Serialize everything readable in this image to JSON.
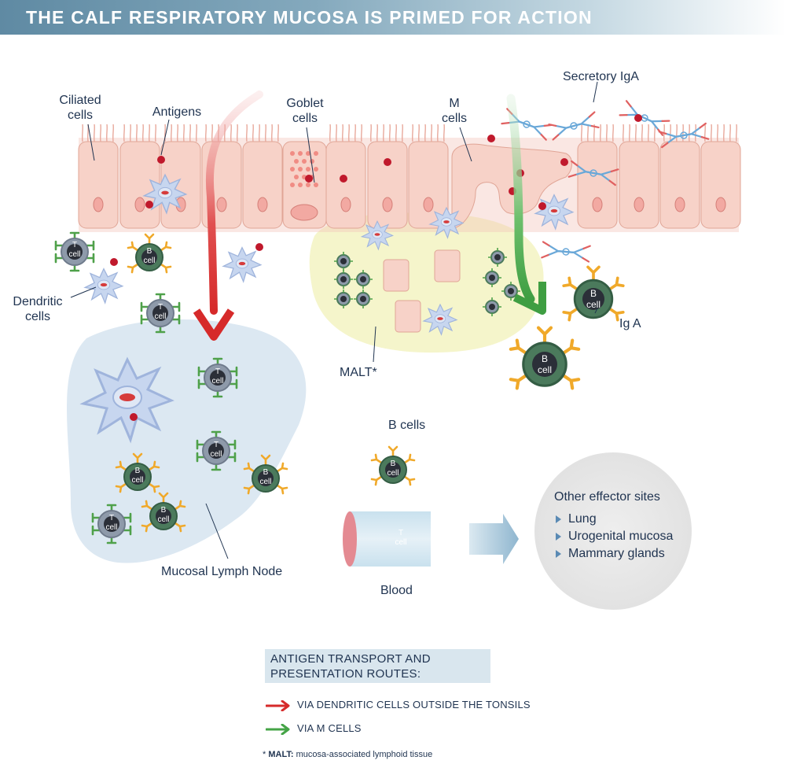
{
  "title": "THE CALF RESPIRATORY MUCOSA IS PRIMED FOR ACTION",
  "labels": {
    "ciliated_1": "Ciliated",
    "ciliated_2": "cells",
    "antigens": "Antigens",
    "goblet_1": "Goblet",
    "goblet_2": "cells",
    "m_1": "M",
    "m_2": "cells",
    "secretory_iga": "Secretory IgA",
    "dendritic_1": "Dendritic",
    "dendritic_2": "cells",
    "malt": "MALT*",
    "iga": "Ig A",
    "b_cells": "B cells",
    "blood": "Blood",
    "lymph_node": "Mucosal Lymph Node"
  },
  "cell_text": {
    "t": "T",
    "b": "B",
    "cell": "cell"
  },
  "other_sites": {
    "title": "Other effector sites",
    "items": [
      "Lung",
      "Urogenital mucosa",
      "Mammary glands"
    ]
  },
  "legend": {
    "header_1": "ANTIGEN TRANSPORT AND",
    "header_2": "PRESENTATION ROUTES:",
    "red_route": "VIA DENDRITIC CELLS OUTSIDE THE TONSILS",
    "green_route": "VIA M CELLS",
    "red_color": "#d62a2a",
    "green_color": "#45a447"
  },
  "footnote": {
    "marker": "* ",
    "term": "MALT:",
    "definition": " mucosa-associated lymphoid tissue"
  }
}
